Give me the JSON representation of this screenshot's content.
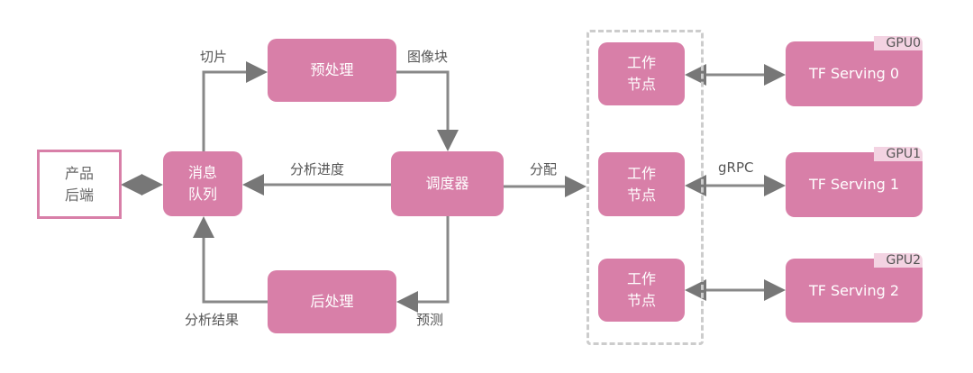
{
  "nodes": {
    "backend": "产品\n后端",
    "queue": "消息\n队列",
    "preprocess": "预处理",
    "scheduler": "调度器",
    "postprocess": "后处理",
    "workers": [
      "工作\n节点",
      "工作\n节点",
      "工作\n节点"
    ],
    "servings": [
      {
        "label": "TF Serving 0",
        "gpu": "GPU0"
      },
      {
        "label": "TF Serving 1",
        "gpu": "GPU1"
      },
      {
        "label": "TF Serving 2",
        "gpu": "GPU2"
      }
    ]
  },
  "edges": {
    "slice": "切片",
    "image_block": "图像块",
    "progress": "分析进度",
    "predict": "预测",
    "result": "分析结果",
    "assign": "分配",
    "grpc": "gRPC"
  },
  "colors": {
    "node": "#d87fa8",
    "arrow": "#777777",
    "gpu_tab": "#f3d3e2"
  }
}
